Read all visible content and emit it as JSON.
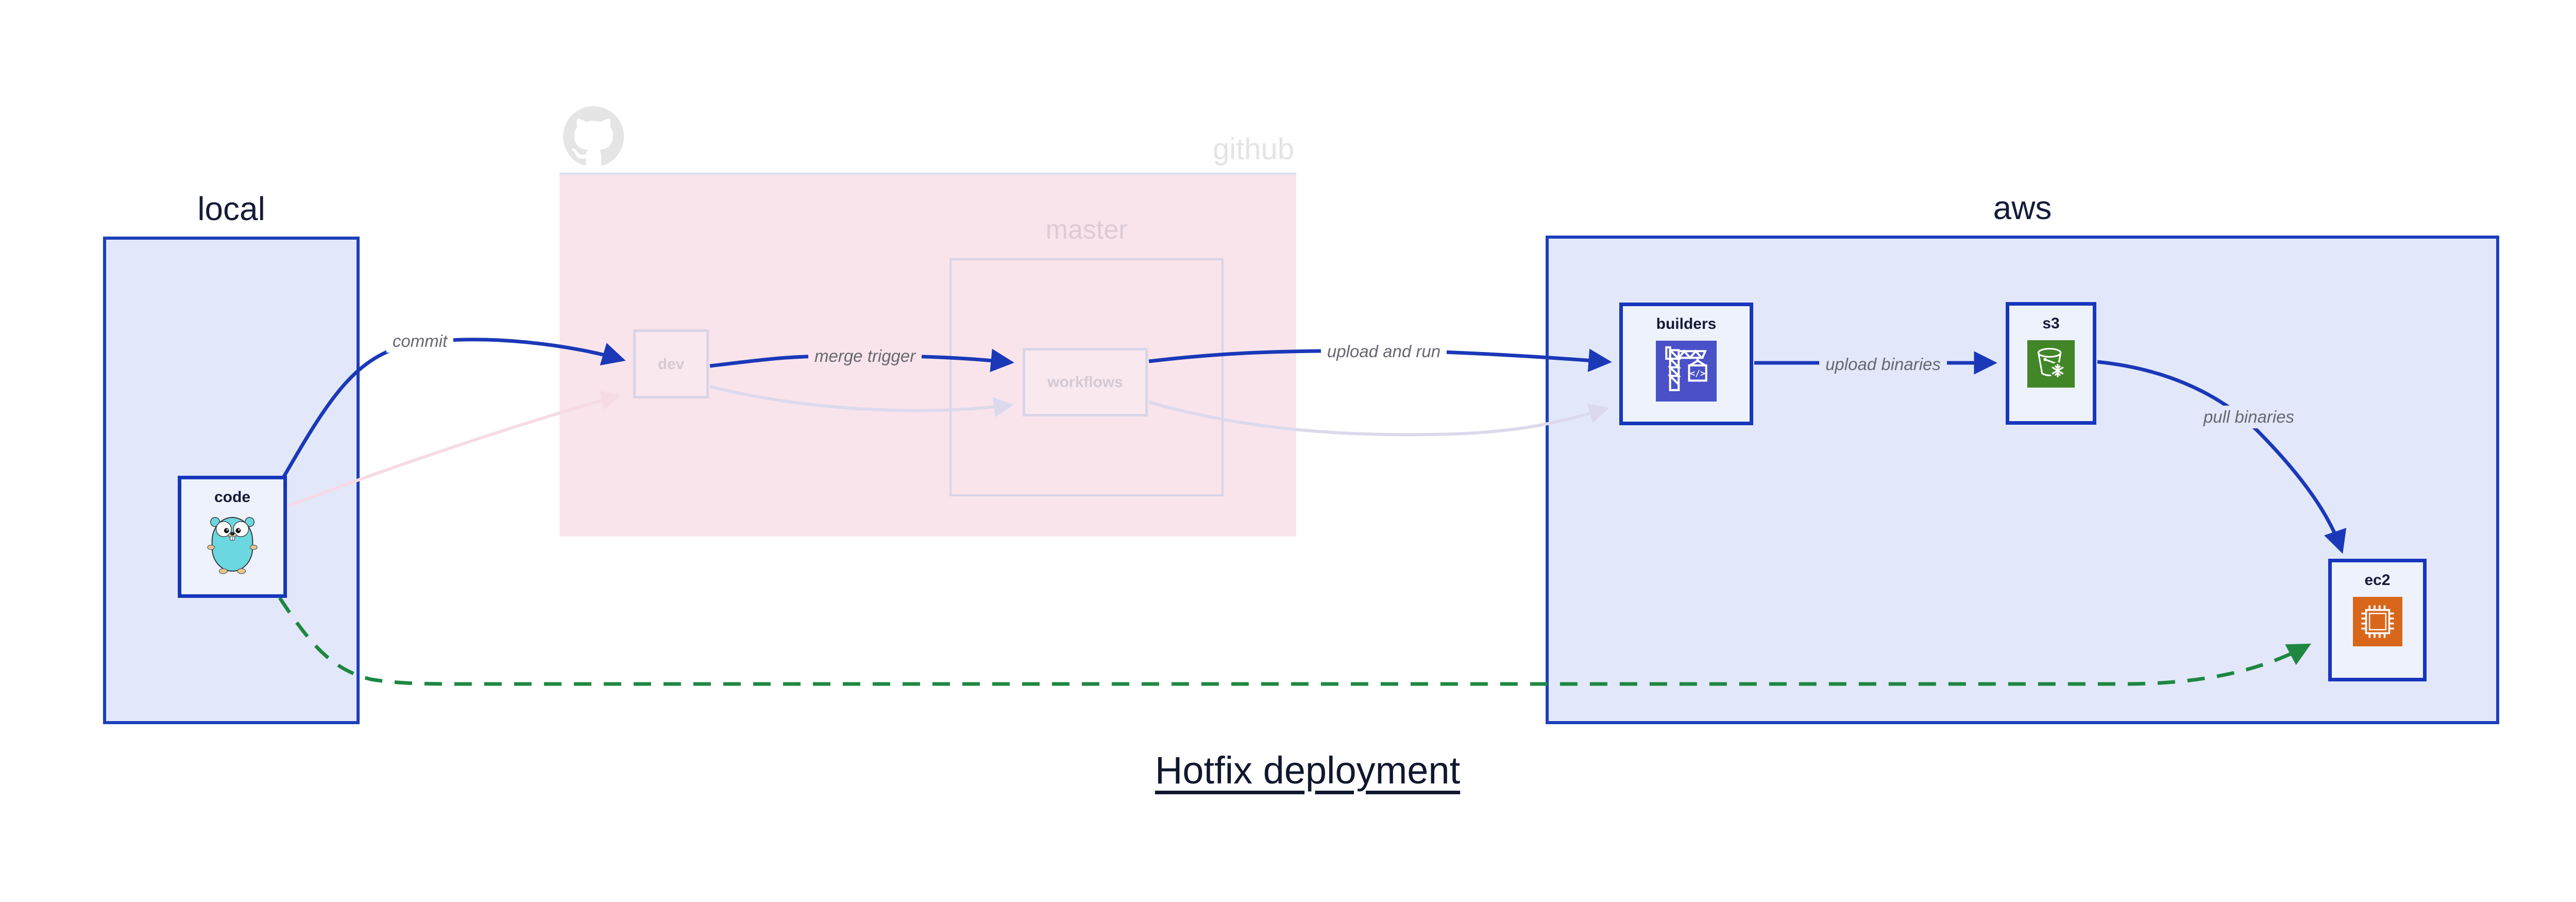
{
  "title": "Hotfix deployment",
  "groups": {
    "local": {
      "label": "local"
    },
    "github": {
      "label": "github"
    },
    "master": {
      "label": "master"
    },
    "aws": {
      "label": "aws"
    }
  },
  "nodes": {
    "code": {
      "label": "code",
      "icon": "go-gopher-icon"
    },
    "dev": {
      "label": "dev",
      "faded": true
    },
    "workflows": {
      "label": "workflows",
      "faded": true
    },
    "builders": {
      "label": "builders",
      "icon": "aws-codebuild-crane-icon"
    },
    "s3": {
      "label": "s3",
      "icon": "aws-s3-bucket-icon"
    },
    "ec2": {
      "label": "ec2",
      "icon": "aws-ec2-chip-icon"
    }
  },
  "edges": {
    "commit": {
      "label": "commit",
      "from": "code",
      "to": "dev",
      "style": "solid-blue"
    },
    "merge_trigger": {
      "label": "merge trigger",
      "from": "dev",
      "to": "workflows",
      "style": "solid-blue"
    },
    "upload_and_run": {
      "label": "upload and run",
      "from": "workflows",
      "to": "builders",
      "style": "solid-blue"
    },
    "upload_binaries": {
      "label": "upload binaries",
      "from": "builders",
      "to": "s3",
      "style": "solid-blue"
    },
    "pull_binaries": {
      "label": "pull binaries",
      "from": "s3",
      "to": "ec2",
      "style": "solid-blue"
    },
    "hotfix_direct": {
      "label": "",
      "from": "code",
      "to": "ec2",
      "style": "dashed-green"
    },
    "faded_code_to_dev": {
      "label": "",
      "from": "code",
      "to": "dev",
      "style": "faded-pink"
    },
    "faded_dev_to_workflows": {
      "label": "",
      "from": "dev",
      "to": "workflows",
      "style": "faded-lavender"
    },
    "faded_workflows_to_builders": {
      "label": "",
      "from": "workflows",
      "to": "builders",
      "style": "faded-lavender"
    }
  },
  "icons": [
    "github-octocat-icon",
    "go-gopher-icon",
    "aws-codebuild-crane-icon",
    "aws-s3-bucket-icon",
    "aws-ec2-chip-icon"
  ],
  "colors": {
    "edge_blue": "#1a38b8",
    "edge_green": "#1e8741",
    "edge_faded_pink": "#f6dbe4",
    "edge_faded_lavender": "#dcd9ec",
    "group_fill_blue": "#e2e8fa",
    "group_fill_pink": "#f9e4eb",
    "node_fill": "#eef2fc",
    "node_border_blue": "#1636bb",
    "group_border_blue": "#1c3fbb",
    "faded_border": "#d9d5e7",
    "faded_text": "#d5c9d4",
    "github_gray": "#e4e4e4",
    "master_text": "#dccbd5",
    "label_text": "#676771",
    "dark_text": "#151b38",
    "codebuild_purple": "#4950c8",
    "s3_green": "#418627",
    "ec2_orange": "#d9671b",
    "gopher_teal": "#6bd7e0"
  }
}
